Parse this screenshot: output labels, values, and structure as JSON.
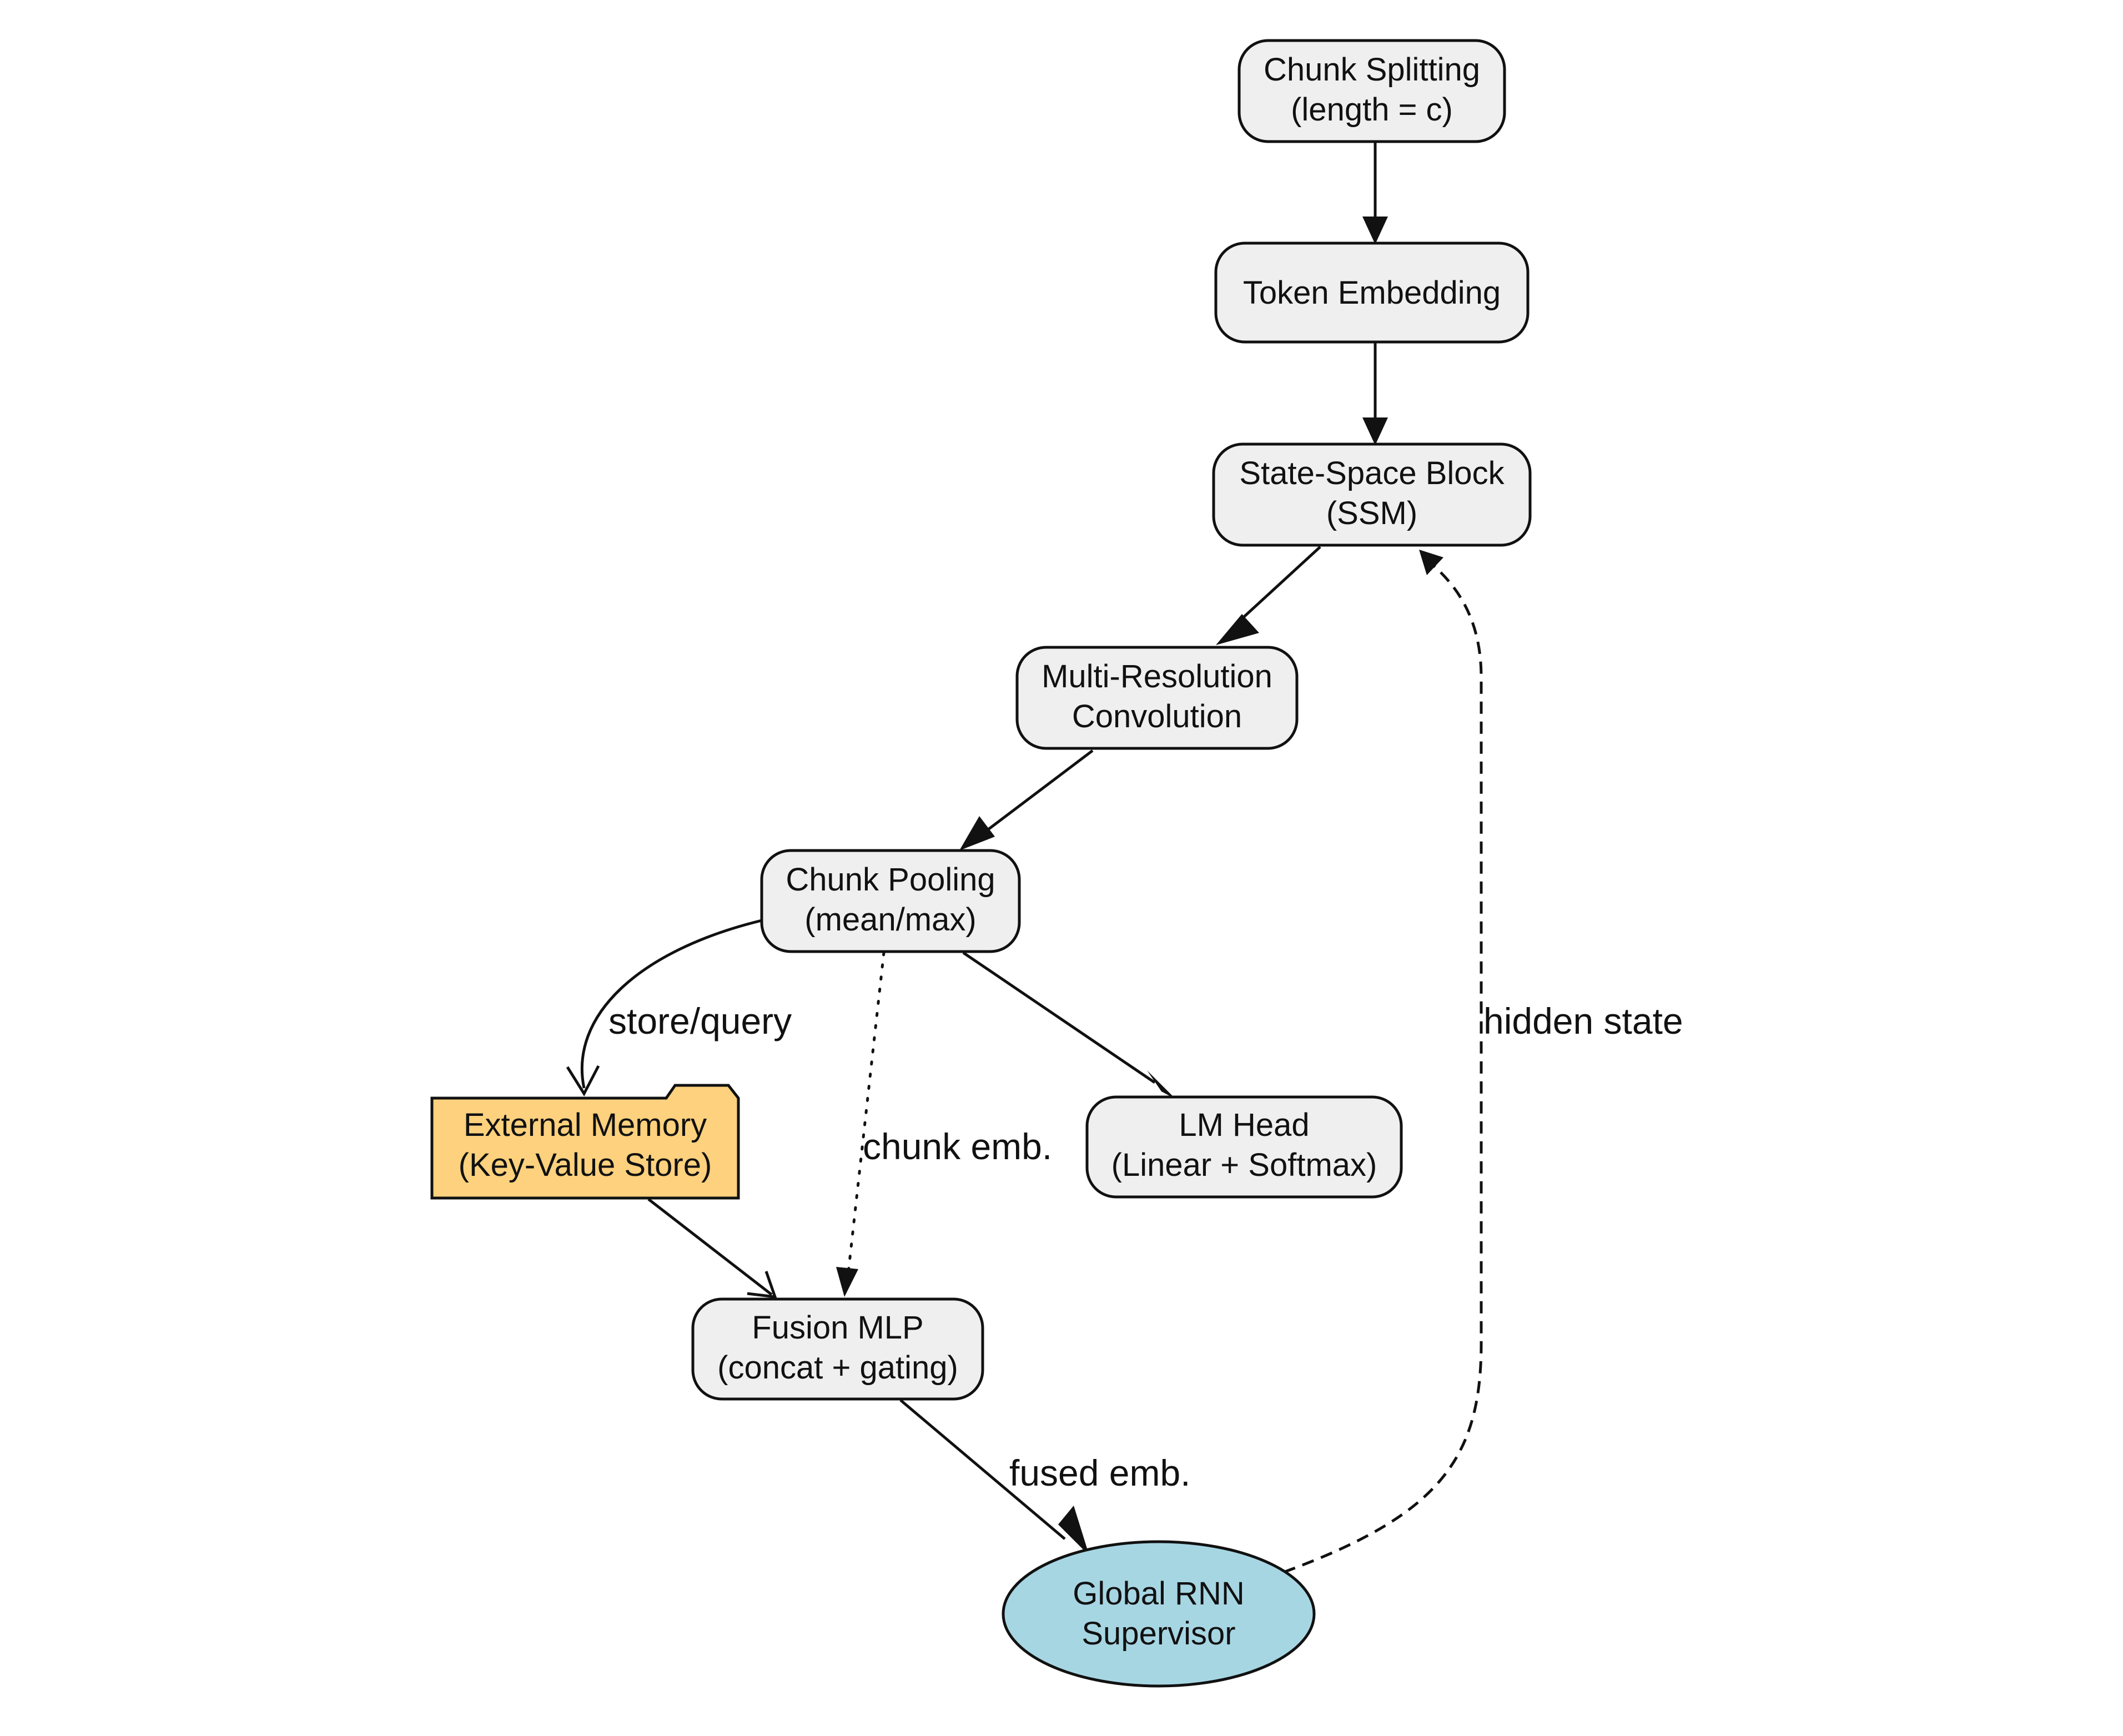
{
  "nodes": {
    "chunk_splitting": {
      "line1": "Chunk Splitting",
      "line2": "(length = c)"
    },
    "token_embedding": {
      "line1": "Token Embedding"
    },
    "state_space_block": {
      "line1": "State-Space Block",
      "line2": "(SSM)"
    },
    "multi_resolution_conv": {
      "line1": "Multi-Resolution",
      "line2": "Convolution"
    },
    "chunk_pooling": {
      "line1": "Chunk Pooling",
      "line2": "(mean/max)"
    },
    "external_memory": {
      "line1": "External Memory",
      "line2": "(Key-Value Store)"
    },
    "lm_head": {
      "line1": "LM Head",
      "line2": "(Linear + Softmax)"
    },
    "fusion_mlp": {
      "line1": "Fusion MLP",
      "line2": "(concat + gating)"
    },
    "global_rnn": {
      "line1": "Global RNN",
      "line2": "Supervisor"
    }
  },
  "edge_labels": {
    "store_query": "store/query",
    "chunk_emb": "chunk emb.",
    "fused_emb": "fused emb.",
    "hidden_state": "hidden state"
  },
  "colors": {
    "box_fill": "#efefef",
    "memory_fill": "#fdd17d",
    "rnn_fill": "#a7d6e3",
    "stroke": "#111111"
  }
}
